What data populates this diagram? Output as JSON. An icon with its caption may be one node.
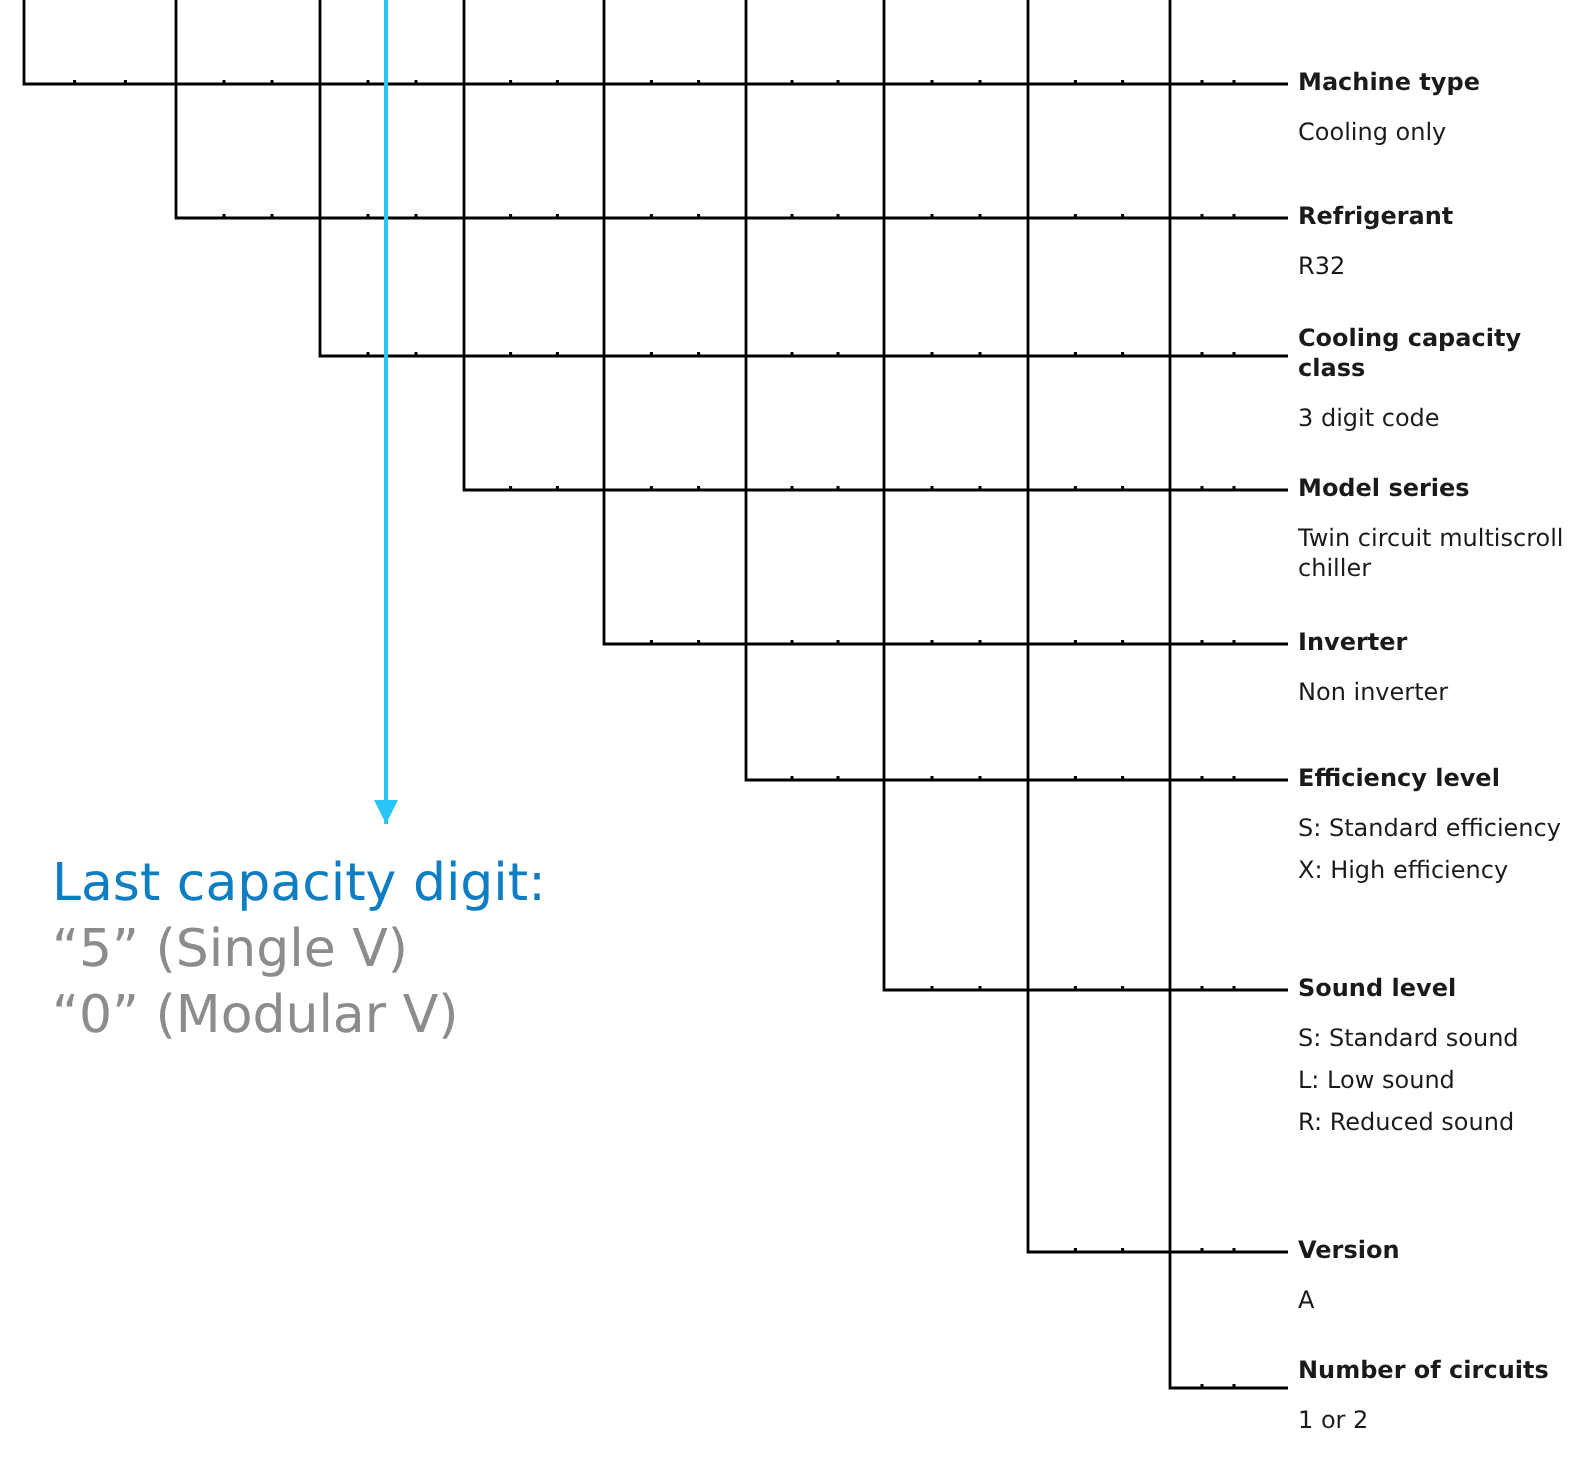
{
  "diagram": {
    "nodes": [
      {
        "text": [
          "Machine type",
          "Cooling only"
        ]
      },
      {
        "text": [
          "Refrigerant",
          "R32"
        ]
      },
      {
        "text": [
          "Cooling capacity class",
          "3 digit code"
        ]
      },
      {
        "text": [
          "Model series",
          "Twin circuit multiscroll chiller"
        ]
      },
      {
        "text": [
          "Inverter",
          "Non inverter"
        ]
      },
      {
        "text": [
          "Efficiency level",
          "S: Standard efficiency",
          "X: High efficiency"
        ]
      },
      {
        "text": [
          "Sound level",
          "S: Standard sound",
          "L: Low sound",
          "R: Reduced sound"
        ]
      },
      {
        "text": [
          "Version",
          "A"
        ]
      },
      {
        "text": [
          "Number of circuits",
          "1 or 2"
        ]
      },
      {
        "text": [
          "Last capacity digit:",
          "“5” (Single V)",
          "“0” (Modular V)"
        ]
      }
    ],
    "edges": [
      {
        "from": null,
        "to": 0,
        "arrow": "none"
      },
      {
        "from": null,
        "to": 1,
        "arrow": "none"
      },
      {
        "from": null,
        "to": 2,
        "arrow": "none"
      },
      {
        "from": null,
        "to": 3,
        "arrow": "none"
      },
      {
        "from": null,
        "to": 4,
        "arrow": "none"
      },
      {
        "from": null,
        "to": 5,
        "arrow": "none"
      },
      {
        "from": null,
        "to": 6,
        "arrow": "none"
      },
      {
        "from": null,
        "to": 7,
        "arrow": "none"
      },
      {
        "from": null,
        "to": 8,
        "arrow": "none"
      },
      {
        "from": null,
        "to": 9,
        "arrow": "to",
        "color": "#29c5f6"
      }
    ]
  }
}
